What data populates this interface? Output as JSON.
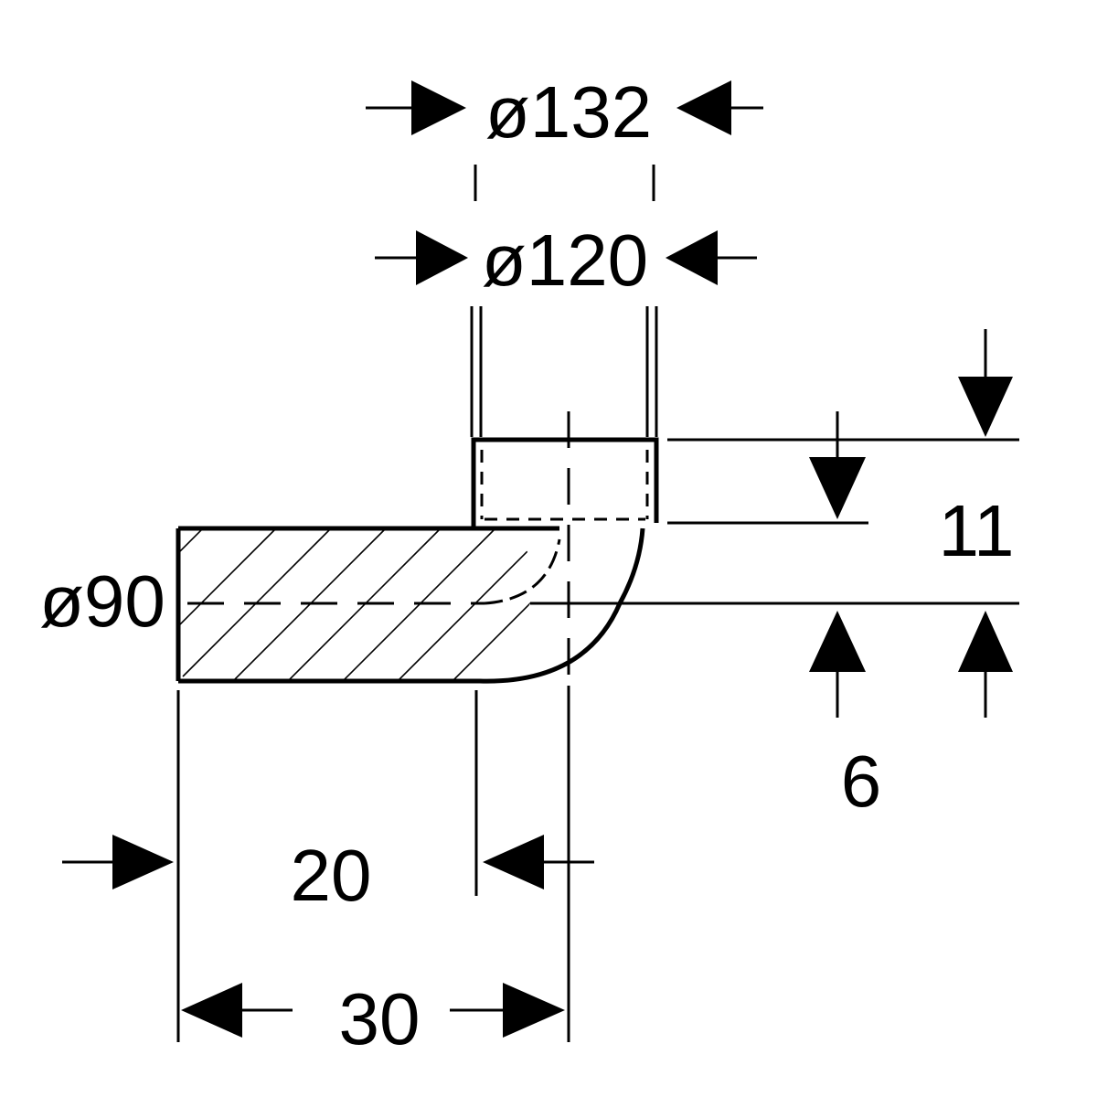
{
  "dimensions": {
    "d132": "ø132",
    "d120": "ø120",
    "d90": "ø90",
    "h11": "11",
    "h6": "6",
    "w20": "20",
    "w30": "30"
  },
  "colors": {
    "line": "#000000",
    "background": "#ffffff"
  }
}
